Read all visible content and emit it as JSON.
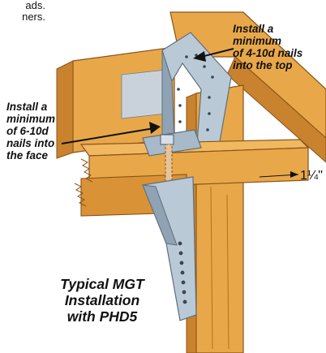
{
  "top_fragment": [
    "ads.",
    "ners."
  ],
  "callouts": {
    "top": [
      "Install a",
      "minimum",
      "of 4-10d nails",
      "into the top"
    ],
    "face": [
      "Install a",
      "minimum",
      "of 6-10d",
      "nails into",
      "the face"
    ]
  },
  "dimension": "1¼\"",
  "caption": [
    "Typical MGT",
    "Installation",
    "with PHD5"
  ],
  "colors": {
    "wood": "#e8a84a",
    "wood_dark": "#c9822e",
    "wood_edge": "#8a5418",
    "steel": "#b9c9d6",
    "steel_dark": "#8fa3b5",
    "ink": "#111111"
  }
}
